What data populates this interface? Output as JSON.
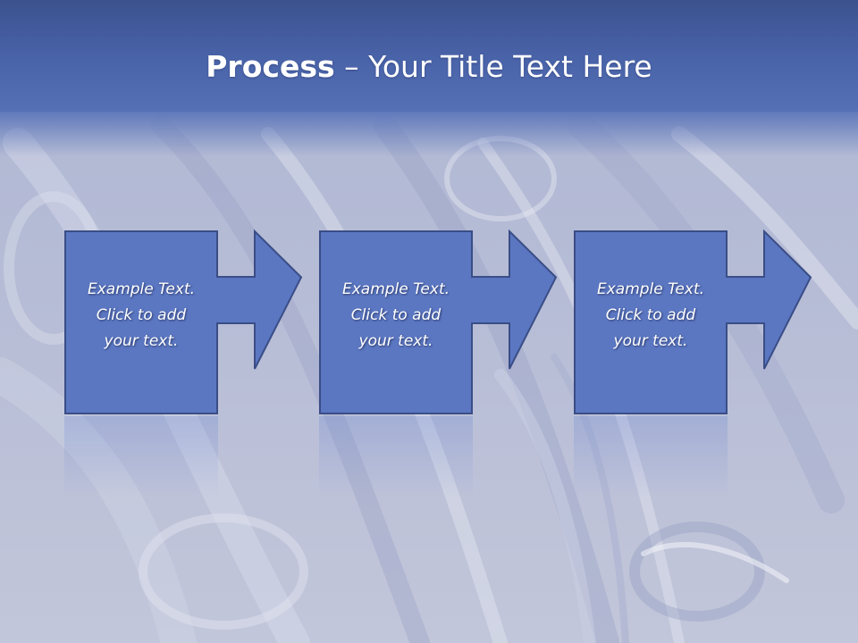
{
  "slide": {
    "title_bold": "Process",
    "title_dash": " – ",
    "title_rest": "Your Title Text Here"
  },
  "steps": [
    {
      "line1": "Example Text.",
      "line2": "Click  to add",
      "line3": "your text."
    },
    {
      "line1": "Example Text.",
      "line2": "Click  to add",
      "line3": "your text."
    },
    {
      "line1": "Example Text.",
      "line2": "Click  to add",
      "line3": "your text."
    }
  ],
  "colors": {
    "header": "#4a63a8",
    "box_fill": "#5b77c2",
    "box_border": "#3a4d86",
    "background": "#b9bfd6"
  },
  "icons": [
    "right-arrow-icon",
    "right-arrow-icon",
    "right-arrow-icon"
  ]
}
